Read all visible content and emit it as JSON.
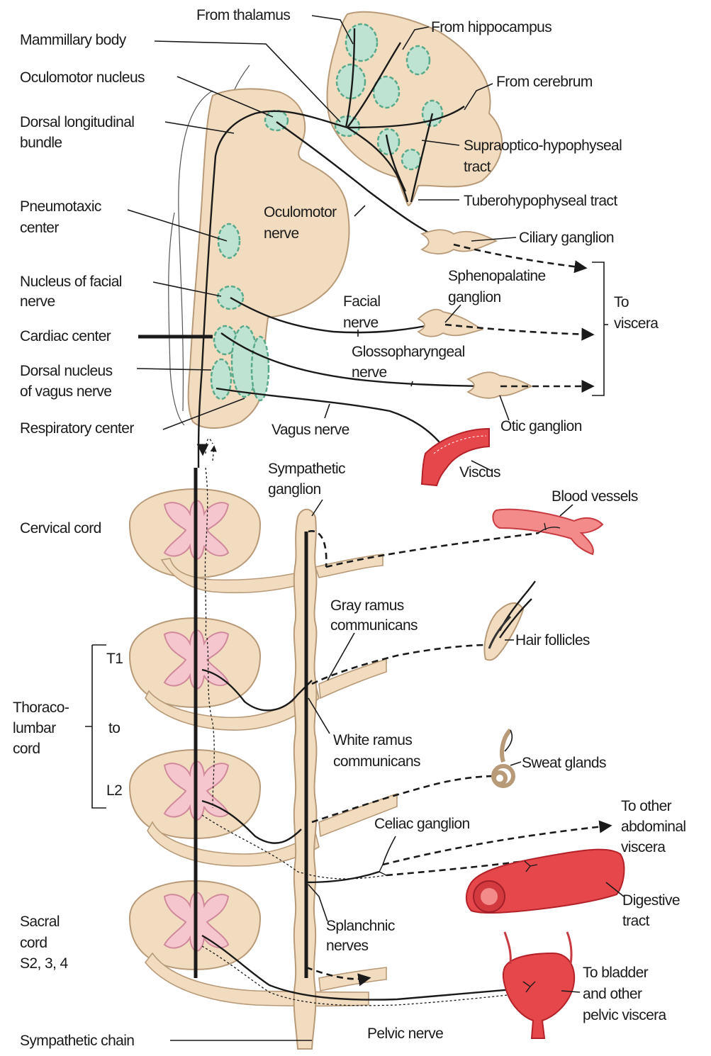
{
  "labels": {
    "from_thalamus": "From thalamus",
    "from_hippocampus": "From hippocampus",
    "mammillary_body": "Mammillary body",
    "oculomotor_nucleus": "Oculomotor nucleus",
    "from_cerebrum": "From cerebrum",
    "dorsal_longitudinal_1": "Dorsal longitudinal",
    "dorsal_longitudinal_2": "bundle",
    "supraoptico_1": "Supraoptico-hypophyseal",
    "supraoptico_2": "tract",
    "tuberohypophyseal": "Tuberohypophyseal tract",
    "pneumotaxic_1": "Pneumotaxic",
    "pneumotaxic_2": "center",
    "oculomotor_nerve_1": "Oculomotor",
    "oculomotor_nerve_2": "nerve",
    "ciliary_ganglion": "Ciliary ganglion",
    "sphenopalatine_1": "Sphenopalatine",
    "sphenopalatine_2": "ganglion",
    "nucleus_facial_1": "Nucleus of facial",
    "nucleus_facial_2": "nerve",
    "facial_nerve_1": "Facial",
    "facial_nerve_2": "nerve",
    "to_viscera_1": "To",
    "to_viscera_2": "viscera",
    "cardiac_center": "Cardiac center",
    "glossopharyngeal_1": "Glossopharyngeal",
    "glossopharyngeal_2": "nerve",
    "dorsal_vagus_1": "Dorsal nucleus",
    "dorsal_vagus_2": "of vagus nerve",
    "respiratory_center": "Respiratory center",
    "vagus_nerve": "Vagus nerve",
    "otic_ganglion": "Otic ganglion",
    "sympathetic_ganglion_1": "Sympathetic",
    "sympathetic_ganglion_2": "ganglion",
    "viscus": "Viscus",
    "blood_vessels": "Blood vessels",
    "cervical_cord": "Cervical cord",
    "gray_ramus_1": "Gray ramus",
    "gray_ramus_2": "communicans",
    "hair_follicles": "Hair follicles",
    "t1": "T1",
    "thoraco_1": "Thoraco-",
    "thoraco_2": "lumbar",
    "thoraco_3": "cord",
    "to": "to",
    "white_ramus_1": "White ramus",
    "white_ramus_2": "communicans",
    "sweat_glands": "Sweat glands",
    "l2": "L2",
    "to_other_1": "To other",
    "to_other_2": "abdominal",
    "to_other_3": "viscera",
    "celiac_ganglion": "Celiac ganglion",
    "digestive_1": "Digestive",
    "digestive_2": "tract",
    "sacral_1": "Sacral",
    "sacral_2": "cord",
    "sacral_3": "S2, 3, 4",
    "splanchnic_1": "Splanchnic",
    "splanchnic_2": "nerves",
    "to_bladder_1": "To bladder",
    "to_bladder_2": "and other",
    "to_bladder_3": "pelvic viscera",
    "pelvic_nerve": "Pelvic nerve",
    "sympathetic_chain": "Sympathetic chain"
  }
}
